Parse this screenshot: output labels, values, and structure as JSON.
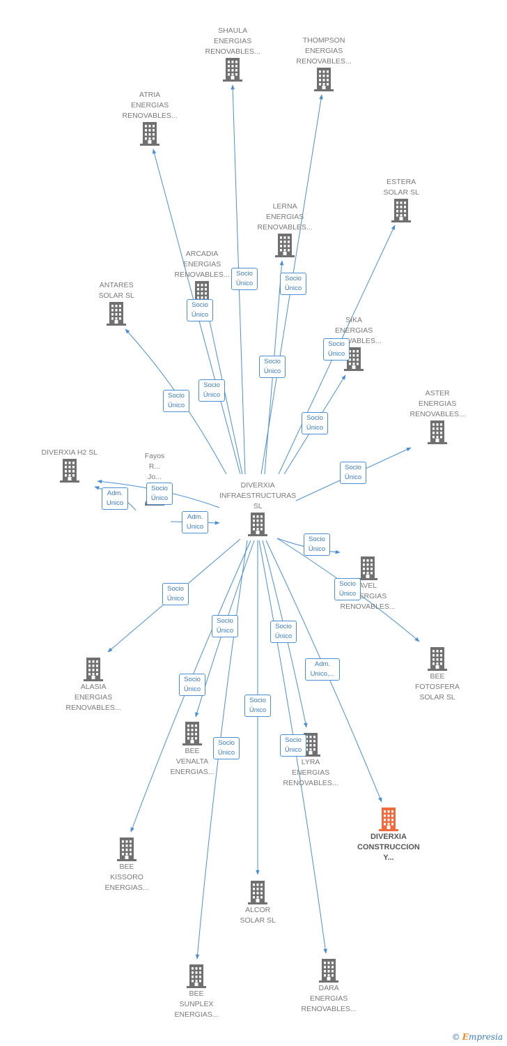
{
  "colors": {
    "edge": "#4a8fd6",
    "node_icon": "#707070",
    "main_icon": "#f06a3c"
  },
  "nodes": [
    {
      "id": "shaula",
      "label": "SHAULA\nENERGIAS\nRENOVABLES...",
      "icon": "building-icon"
    },
    {
      "id": "thompson",
      "label": "THOMPSON\nENERGIAS\nRENOVABLES...",
      "icon": "building-icon"
    },
    {
      "id": "atria",
      "label": "ATRIA\nENERGIAS\nRENOVABLES...",
      "icon": "building-icon"
    },
    {
      "id": "estera",
      "label": "ESTERA\nSOLAR  SL",
      "icon": "building-icon"
    },
    {
      "id": "lerna",
      "label": "LERNA\nENERGIAS\nRENOVABLES...",
      "icon": "building-icon"
    },
    {
      "id": "arcadia",
      "label": "ARCADIA\nENERGIAS\nRENOVABLES...",
      "icon": "building-icon"
    },
    {
      "id": "antares",
      "label": "ANTARES\nSOLAR  SL",
      "icon": "building-icon"
    },
    {
      "id": "sika",
      "label": "SIKA\nENERGIAS\nRENOVABLES...",
      "icon": "building-icon"
    },
    {
      "id": "aster",
      "label": "ASTER\nENERGIAS\nRENOVABLES...",
      "icon": "building-icon"
    },
    {
      "id": "diverxia_h2",
      "label": "DIVERXIA H2  SL",
      "icon": "building-icon"
    },
    {
      "id": "fayos",
      "label": "Fayos\nR...\nJo...",
      "icon": "person-icon"
    },
    {
      "id": "center",
      "label": "DIVERXIA\nINFRAESTRUCTURAS\nSL",
      "icon": "building-icon"
    },
    {
      "id": "avel",
      "label": "AVEL\nENERGIAS\nRENOVABLES...",
      "icon": "building-icon"
    },
    {
      "id": "fotosfera",
      "label": "BEE\nFOTOSFERA\nSOLAR  SL",
      "icon": "building-icon"
    },
    {
      "id": "alasia",
      "label": "ALASIA\nENERGIAS\nRENOVABLES...",
      "icon": "building-icon"
    },
    {
      "id": "venalta",
      "label": "BEE\nVENALTA\nENERGIAS...",
      "icon": "building-icon"
    },
    {
      "id": "lyra",
      "label": "LYRA\nENERGIAS\nRENOVABLES...",
      "icon": "building-icon"
    },
    {
      "id": "construccion",
      "label": "DIVERXIA\nCONSTRUCCION\nY...",
      "icon": "building-icon"
    },
    {
      "id": "kissoro",
      "label": "BEE\nKISSORO\nENERGIAS...",
      "icon": "building-icon"
    },
    {
      "id": "alcor",
      "label": "ALCOR\nSOLAR  SL",
      "icon": "building-icon"
    },
    {
      "id": "sunplex",
      "label": "BEE\nSUNPLEX\nENERGIAS...",
      "icon": "building-icon"
    },
    {
      "id": "dara",
      "label": "DARA\nENERGIAS\nRENOVABLES...",
      "icon": "building-icon"
    }
  ],
  "edges": [
    {
      "to": "shaula",
      "label": "Socio\nÚnico"
    },
    {
      "to": "thompson",
      "label": "Socio\nÚnico"
    },
    {
      "to": "atria",
      "label": "Socio\nÚnico"
    },
    {
      "to": "estera",
      "label": "Socio\nÚnico"
    },
    {
      "to": "lerna",
      "label": "Socio\nÚnico"
    },
    {
      "to": "arcadia",
      "label": "Socio\nÚnico"
    },
    {
      "to": "antares",
      "label": "Socio\nÚnico"
    },
    {
      "to": "sika",
      "label": "Socio\nÚnico"
    },
    {
      "to": "aster",
      "label": "Socio\nÚnico"
    },
    {
      "to": "diverxia_h2",
      "label": "Socio\nÚnico"
    },
    {
      "to": "diverxia_h2",
      "label": "Adm.\nUnico"
    },
    {
      "to": "center",
      "label": "Adm.\nUnico"
    },
    {
      "to": "avel",
      "label": "Socio\nÚnico"
    },
    {
      "to": "fotosfera",
      "label": "Socio\nÚnico"
    },
    {
      "to": "alasia",
      "label": "Socio\nÚnico"
    },
    {
      "to": "venalta",
      "label": "Socio\nÚnico"
    },
    {
      "to": "kissoro",
      "label": "Socio\nÚnico"
    },
    {
      "to": "lyra",
      "label": "Socio\nÚnico"
    },
    {
      "to": "construccion",
      "label": "Adm.\nUnico,..."
    },
    {
      "to": "alcor",
      "label": "Socio\nÚnico"
    },
    {
      "to": "sunplex",
      "label": "Socio\nÚnico"
    },
    {
      "to": "dara",
      "label": "Socio\nÚnico"
    }
  ],
  "copyright": {
    "symbol": "©",
    "brand_initial": "E",
    "brand_rest": "mpresia"
  }
}
